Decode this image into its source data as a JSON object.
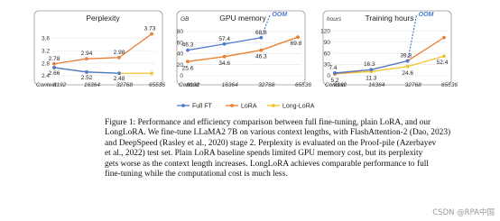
{
  "chart_data": [
    {
      "type": "line",
      "title": "Perplexity",
      "unit": "",
      "categories": [
        "8192",
        "16364",
        "32768",
        "65536"
      ],
      "yticks": [
        "2.4",
        "2.8",
        "3.2",
        "3.6"
      ],
      "ylim": [
        2.4,
        3.95
      ],
      "grid": true,
      "series": [
        {
          "name": "Full FT",
          "values": [
            2.66,
            2.52,
            2.48,
            null
          ]
        },
        {
          "name": "LoRA",
          "values": [
            2.78,
            2.94,
            2.98,
            3.73
          ]
        },
        {
          "name": "Long-LoRA",
          "values": [
            2.66,
            2.52,
            2.48,
            2.48
          ]
        }
      ],
      "labels": [
        {
          "series": 1,
          "index": 0,
          "text": "2.78"
        },
        {
          "series": 1,
          "index": 1,
          "text": "2.94"
        },
        {
          "series": 1,
          "index": 2,
          "text": "2.98"
        },
        {
          "series": 1,
          "index": 3,
          "text": "3.73"
        },
        {
          "series": 2,
          "index": 0,
          "text": "2.66"
        },
        {
          "series": 2,
          "index": 1,
          "text": "2.52"
        },
        {
          "series": 2,
          "index": 2,
          "text": "2.48"
        }
      ]
    },
    {
      "type": "line",
      "title": "GPU memory",
      "unit": "GB",
      "categories": [
        "8192",
        "16364",
        "32768",
        "65536"
      ],
      "yticks": [
        "0",
        "20",
        "40",
        "60",
        "80"
      ],
      "ylim": [
        0,
        88
      ],
      "grid": true,
      "series": [
        {
          "name": "Full FT",
          "values": [
            46.3,
            57.4,
            68.8,
            null
          ]
        },
        {
          "name": "LoRA",
          "values": [
            25.6,
            34.6,
            46.3,
            69.8
          ]
        },
        {
          "name": "Long-LoRA",
          "values": [
            25.6,
            34.6,
            46.3,
            69.8
          ]
        }
      ],
      "labels": [
        {
          "series": 0,
          "index": 0,
          "text": "46.3"
        },
        {
          "series": 0,
          "index": 1,
          "text": "57.4"
        },
        {
          "series": 0,
          "index": 2,
          "text": "68.8"
        },
        {
          "series": 1,
          "index": 0,
          "text": "25.6"
        },
        {
          "series": 1,
          "index": 1,
          "text": "34.6"
        },
        {
          "series": 1,
          "index": 2,
          "text": "46.3"
        },
        {
          "series": 1,
          "index": 3,
          "text": "69.8"
        }
      ],
      "oom": "OOM"
    },
    {
      "type": "line",
      "title": "Training hours",
      "unit": "hours",
      "categories": [
        "8192",
        "16364",
        "32768",
        "65536"
      ],
      "yticks": [
        "0",
        "30",
        "60",
        "90",
        "120"
      ],
      "ylim": [
        0,
        130
      ],
      "grid": true,
      "series": [
        {
          "name": "Full FT",
          "values": [
            7.4,
            16.3,
            39.8,
            null
          ]
        },
        {
          "name": "LoRA",
          "values": [
            5.2,
            16.3,
            39.8,
            102
          ]
        },
        {
          "name": "Long-LoRA",
          "values": [
            5.2,
            11.3,
            24.6,
            52.4
          ]
        }
      ],
      "labels": [
        {
          "series": 0,
          "index": 0,
          "text": "7.4"
        },
        {
          "series": 0,
          "index": 1,
          "text": "16.3"
        },
        {
          "series": 0,
          "index": 2,
          "text": "39.8"
        },
        {
          "series": 2,
          "index": 0,
          "text": "5.2"
        },
        {
          "series": 2,
          "index": 1,
          "text": "11.3"
        },
        {
          "series": 2,
          "index": 2,
          "text": "24.6"
        },
        {
          "series": 2,
          "index": 3,
          "text": "52.4"
        }
      ],
      "oom": "OOM"
    }
  ],
  "shared": {
    "context_label": "Context",
    "legend": [
      {
        "name": "Full FT",
        "color": "#4a7bd0"
      },
      {
        "name": "LoRA",
        "color": "#e8803a"
      },
      {
        "name": "Long-LoRA",
        "color": "#f2c42c"
      }
    ],
    "colors": {
      "full_ft": "#4a7bd0",
      "lora": "#e8803a",
      "longlora": "#f2c42c"
    }
  },
  "caption": {
    "lines": [
      "Figure 1: Performance and efficiency comparison between full fine-tuning, plain LoRA, and our",
      "LongLoRA. We fine-tune LLaMA2 7B on various context lengths, with FlashAttention-2 (Dao, 2023)",
      "and DeepSpeed (Rasley et al., 2020) stage 2. Perplexity is evaluated on the Proof-pile (Azerbayev",
      "et al., 2022) test set. Plain LoRA baseline spends limited GPU memory cost, but its perplexity",
      "gets worse as the context length increases. LongLoRA achieves comparable performance to full",
      "fine-tuning while the computational cost is much less."
    ]
  },
  "watermark": "CSDN @RPA中国"
}
